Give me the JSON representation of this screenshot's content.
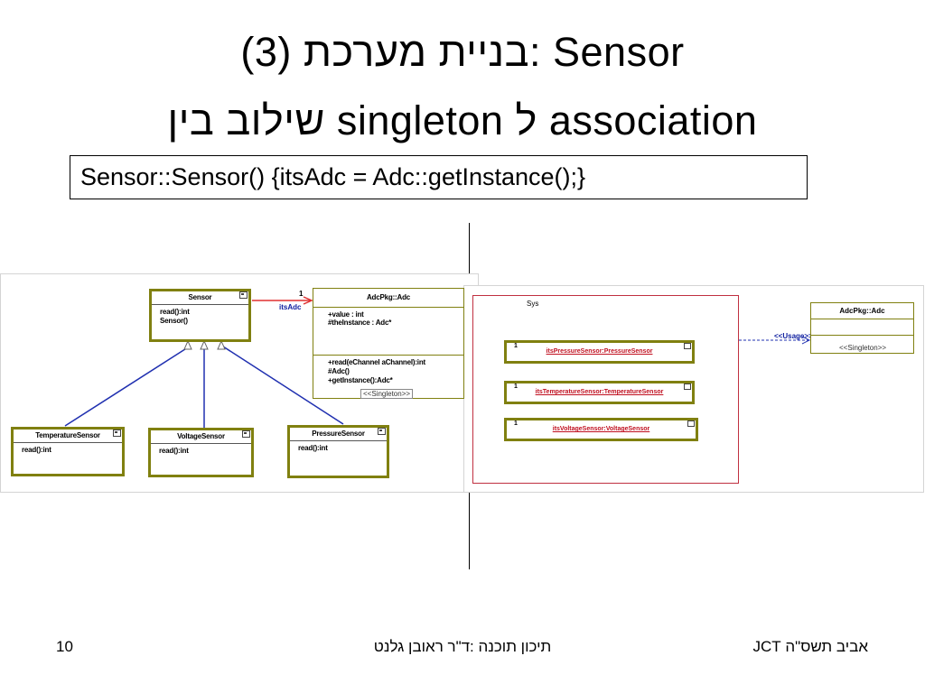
{
  "slide": {
    "title_line1": "בניית מערכת (3): Sensor",
    "title_line2": "שילוב בין singleton ל association",
    "code": "Sensor::Sensor() {itsAdc = Adc::getInstance();}"
  },
  "left_diagram": {
    "sensor": {
      "name": "Sensor",
      "ops": [
        "read():int",
        "Sensor()"
      ]
    },
    "adc": {
      "name": "AdcPkg::Adc",
      "attributes": [
        "+value : int",
        "#theInstance : Adc*"
      ],
      "ops": [
        "+read(eChannel aChannel):int",
        "#Adc()",
        "+getInstance():Adc*"
      ],
      "stereotype": "<<Singleton>>"
    },
    "association": {
      "multiplicity": "1",
      "role": "itsAdc"
    },
    "subclasses": [
      {
        "name": "TemperatureSensor",
        "ops": [
          "read():int"
        ]
      },
      {
        "name": "VoltageSensor",
        "ops": [
          "read():int"
        ]
      },
      {
        "name": "PressureSensor",
        "ops": [
          "read():int"
        ]
      }
    ]
  },
  "right_diagram": {
    "system": {
      "name": "Sys"
    },
    "instances": [
      {
        "label": "itsPressureSensor:PressureSensor",
        "multiplicity": "1"
      },
      {
        "label": "itsTemperatureSensor:TemperatureSensor",
        "multiplicity": "1"
      },
      {
        "label": "itsVoltageSensor:VoltageSensor",
        "multiplicity": "1"
      }
    ],
    "usage": "<<Usage>>",
    "adc": {
      "name": "AdcPkg::Adc",
      "stereotype": "<<Singleton>>"
    }
  },
  "footer": {
    "page_number": "10",
    "author": "תיכון תוכנה :ד\"ר ראובן גלנט",
    "org": "אביב תשס\"ה JCT"
  },
  "colors": {
    "class_border": "#808010",
    "association_line": "#e03030",
    "inheritance_line": "#2030b0",
    "system_border": "#c03040",
    "instance_text": "#c01020"
  }
}
